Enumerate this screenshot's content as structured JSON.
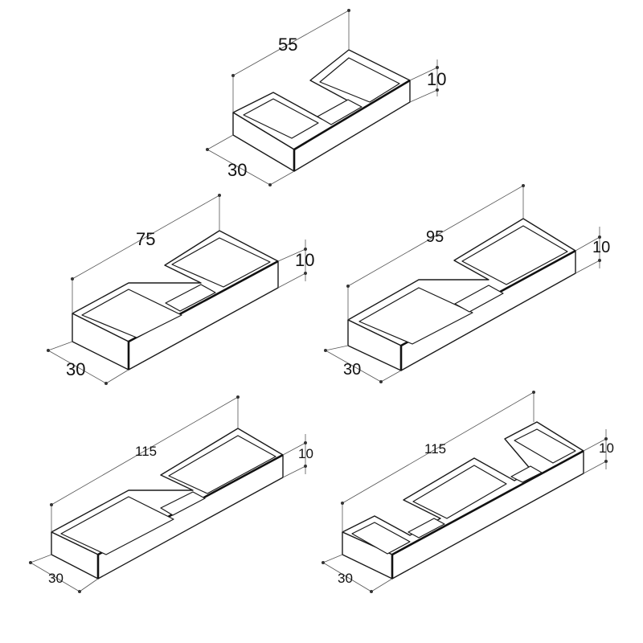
{
  "colors": {
    "line": "#1a1a1a",
    "dimension": "#555555",
    "background": "#ffffff"
  },
  "shelves": [
    {
      "length": "55",
      "depth": "30",
      "height": "10"
    },
    {
      "length": "75",
      "depth": "30",
      "height": "10"
    },
    {
      "length": "95",
      "depth": "30",
      "height": "10"
    },
    {
      "length": "115",
      "depth": "30",
      "height": "10"
    },
    {
      "length": "115",
      "depth": "30",
      "height": "10"
    }
  ]
}
